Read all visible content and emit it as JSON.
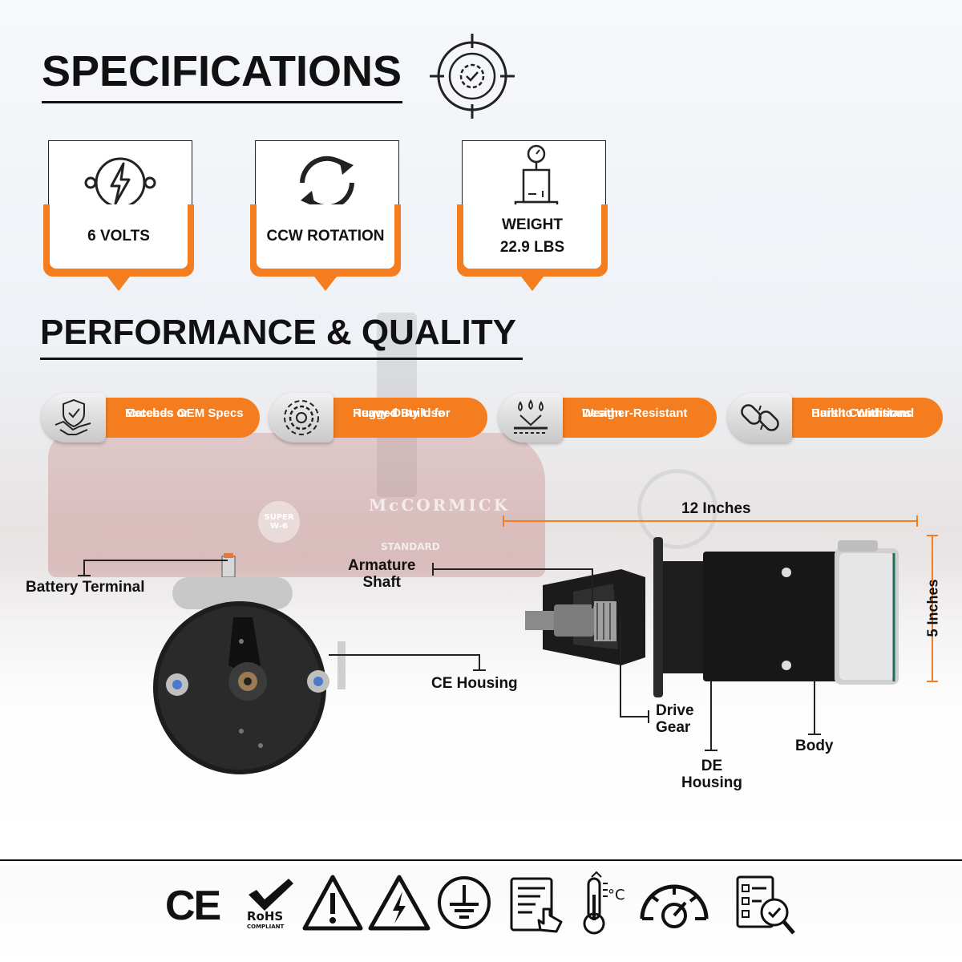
{
  "headings": {
    "specifications": "SPECIFICATIONS",
    "performance": "PERFORMANCE & QUALITY"
  },
  "spec_cards": [
    {
      "icon": "lightning-bolt-icon",
      "label": "6 VOLTS"
    },
    {
      "icon": "rotation-arrows-icon",
      "label": "CCW ROTATION"
    },
    {
      "icon": "weight-scale-icon",
      "label_line1": "WEIGHT",
      "label_line2": "22.9 LBS"
    }
  ],
  "features": [
    {
      "icon": "handshake-shield-icon",
      "line1": "Matches or",
      "line2": "Exceeds OEM Specs"
    },
    {
      "icon": "gear-icon",
      "line1": "Rugged Build for",
      "line2": "Heavy-Duty Use"
    },
    {
      "icon": "water-drops-icon",
      "line1": "Weather-Resistant",
      "line2": "Design"
    },
    {
      "icon": "broken-chain-icon",
      "line1": "Built to Withstand",
      "line2": "Harsh Conditions"
    }
  ],
  "background": {
    "brand": "McCORMICK",
    "model": "STANDARD",
    "badge": "SUPER W-6"
  },
  "dimensions": {
    "length": "12 Inches",
    "diameter": "5 Inches"
  },
  "parts": {
    "battery_terminal": "Battery Terminal",
    "armature_shaft_1": "Armature",
    "armature_shaft_2": "Shaft",
    "ce_housing": "CE Housing",
    "drive_gear_1": "Drive",
    "drive_gear_2": "Gear",
    "de_housing_1": "DE",
    "de_housing_2": "Housing",
    "body": "Body"
  },
  "certifications": {
    "ce": "CE",
    "rohs": "RoHS",
    "rohs_sub": "COMPLIANT",
    "celsius": "°C"
  },
  "colors": {
    "accent": "#f47d20",
    "text": "#111111"
  }
}
